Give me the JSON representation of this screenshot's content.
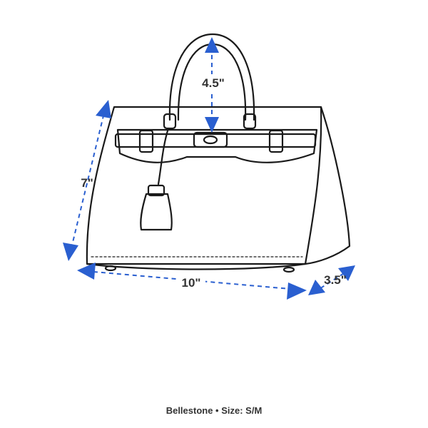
{
  "dimensions": {
    "handle_drop": "4.5\"",
    "height": "7\"",
    "width": "10\"",
    "depth": "3.5\""
  },
  "caption": "Bellestone • Size: S/M",
  "colors": {
    "arrow": "#2a5fd0",
    "outline": "#1a1a1a",
    "label": "#333333"
  },
  "icons": {
    "bag": "handbag-outline",
    "lock": "padlock",
    "arrows": "dimension-arrow"
  }
}
